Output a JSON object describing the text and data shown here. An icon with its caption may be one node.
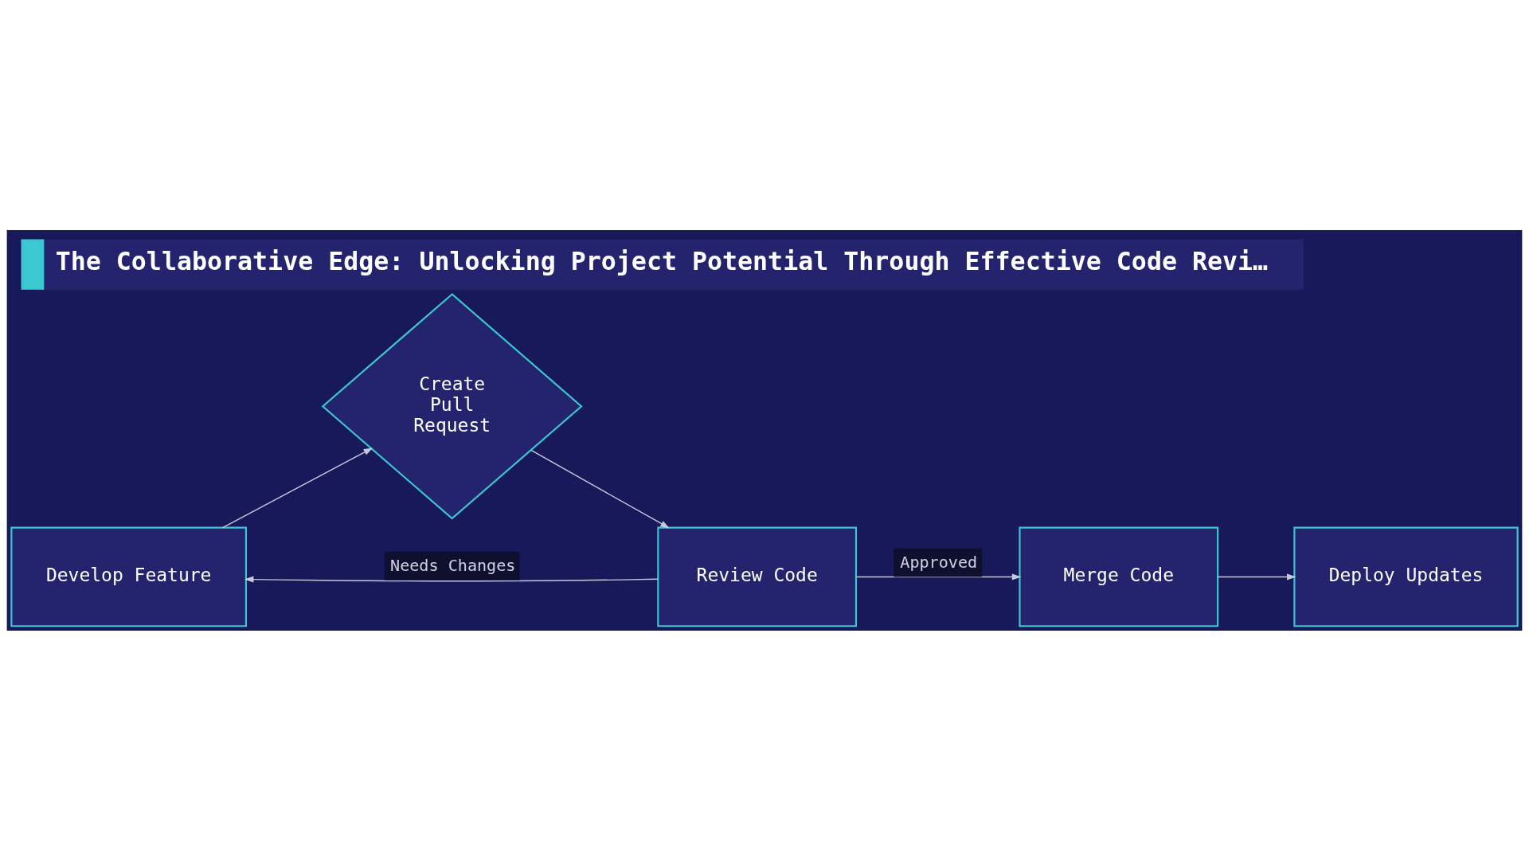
{
  "diagram": {
    "title": "The Collaborative Edge: Unlocking Project Potential Through Effective Code Revi…",
    "nodes": [
      {
        "text": [
          "Develop Feature"
        ]
      },
      {
        "text": [
          "Create Pull Request"
        ]
      },
      {
        "text": [
          "Review Code"
        ]
      },
      {
        "text": [
          "Merge Code"
        ]
      },
      {
        "text": [
          "Deploy Updates"
        ]
      }
    ],
    "edges": [
      {
        "from": 0,
        "to": 1,
        "arrow": "to"
      },
      {
        "from": 1,
        "to": 2,
        "arrow": "to"
      },
      {
        "from": 2,
        "to": 0,
        "arrow": "to",
        "label": "Needs Changes"
      },
      {
        "from": 2,
        "to": 3,
        "arrow": "to",
        "label": "Approved"
      },
      {
        "from": 3,
        "to": 4,
        "arrow": "to"
      }
    ]
  }
}
